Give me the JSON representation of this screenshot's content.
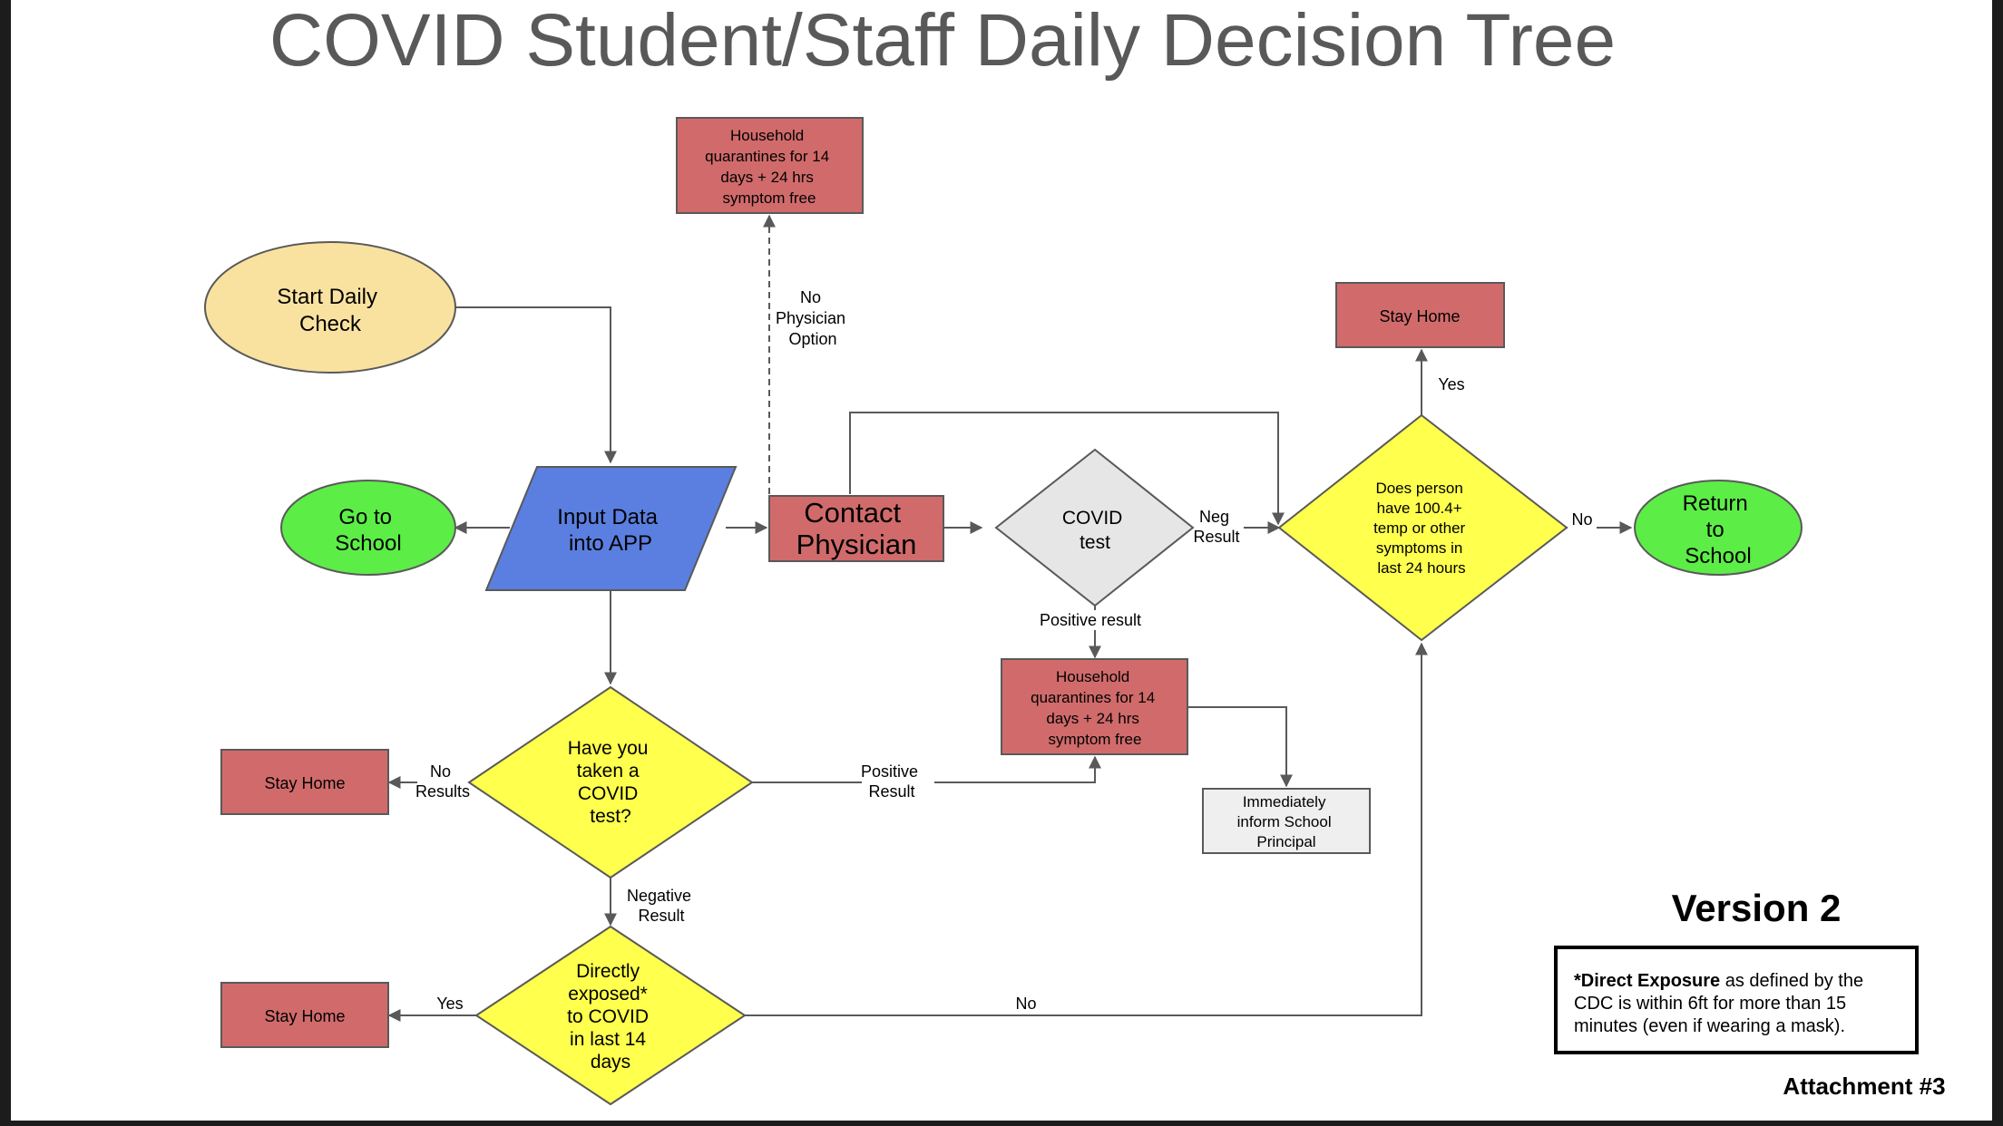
{
  "title": "COVID Student/Staff Daily Decision Tree",
  "nodes": {
    "start": [
      "Start Daily",
      "Check"
    ],
    "input": [
      "Input Data",
      "into APP"
    ],
    "go_school": [
      "Go to",
      "School"
    ],
    "contact": [
      "Contact",
      "Physician"
    ],
    "covid_test": [
      "COVID",
      "test"
    ],
    "household_top": [
      "Household",
      "quarantines for 14",
      "days + 24 hrs",
      "symptom free"
    ],
    "household_mid": [
      "Household",
      "quarantines for 14",
      "days + 24 hrs",
      "symptom free"
    ],
    "inform": [
      "Immediately",
      "inform School",
      "Principal"
    ],
    "symptoms": [
      "Does person",
      "have 100.4+",
      "temp or other",
      "symptoms in",
      "last 24 hours"
    ],
    "stay_home_top": "Stay Home",
    "return_school": [
      "Return",
      "to",
      "School"
    ],
    "taken_test": [
      "Have you",
      "taken a",
      "COVID",
      "test?"
    ],
    "stay_home_mid": "Stay Home",
    "exposed": [
      "Directly",
      "exposed*",
      "to COVID",
      "in last 14",
      "days"
    ],
    "stay_home_bot": "Stay Home"
  },
  "edge_labels": {
    "no_physician": [
      "No",
      "Physician",
      "Option"
    ],
    "neg_result": [
      "Neg",
      "Result"
    ],
    "no_return": "No",
    "yes_stay": "Yes",
    "positive_result_test": "Positive result",
    "no_results": [
      "No",
      "Results"
    ],
    "positive_result": [
      "Positive",
      "Result"
    ],
    "negative_result": [
      "Negative",
      "Result"
    ],
    "yes_exposed": "Yes",
    "no_exposed": "No"
  },
  "version": "Version 2",
  "note": {
    "bold": "*Direct Exposure",
    "line1_rest": " as defined by the",
    "line2": "CDC is within 6ft for more than 15",
    "line3": "minutes (even if wearing a mask)."
  },
  "attachment": "Attachment #3",
  "colors": {
    "red": "#d16b6b",
    "yellow": "#ffff4d",
    "green": "#5ced47",
    "blue": "#5b7fe0",
    "cream": "#f9e2a0",
    "gray": "#e6e6e6",
    "light_gray": "#efefef"
  }
}
